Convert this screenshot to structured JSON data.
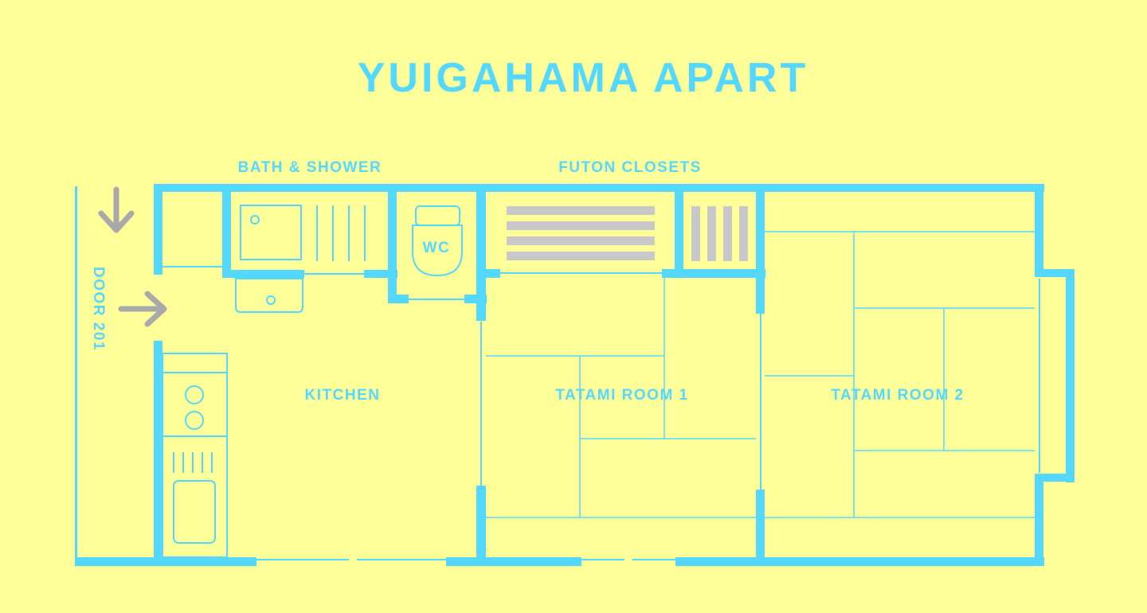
{
  "title": "YUIGAHAMA APART",
  "labels": {
    "bath": "BATH & SHOWER",
    "futon": "FUTON CLOSETS",
    "door": "DOOR 201",
    "wc": "WC",
    "kitchen": "KITCHEN",
    "tatami1": "TATAMI ROOM 1",
    "tatami2": "TATAMI ROOM 2"
  },
  "colors": {
    "background": "#ffff99",
    "wall": "#55d8ff",
    "fixture": "#c8c8c8"
  },
  "icons": {
    "entry_down": "arrow-down-icon",
    "entry_right": "arrow-right-icon"
  }
}
